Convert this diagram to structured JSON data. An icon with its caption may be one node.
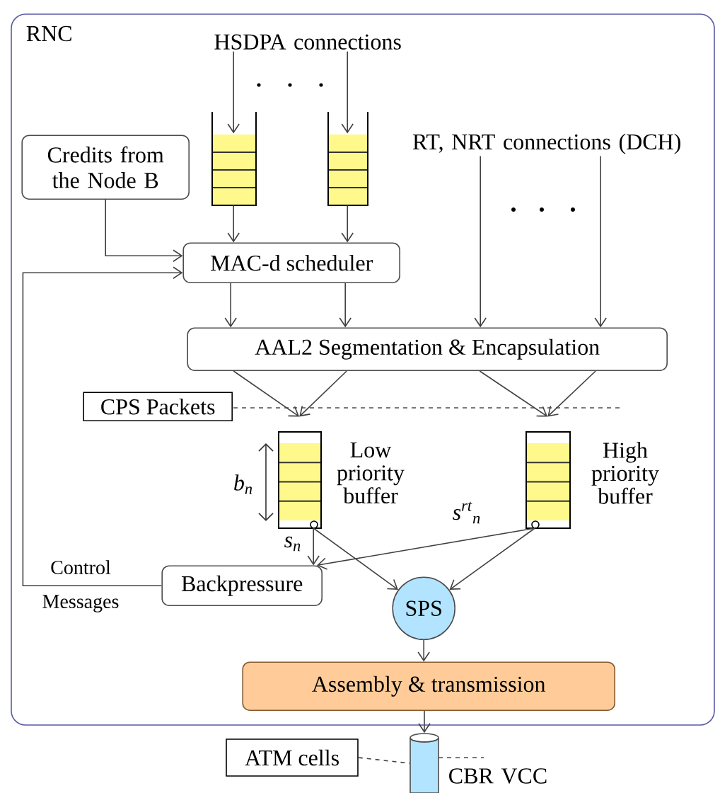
{
  "diagram": {
    "nodes": [
      {
        "text": [
          "RNC"
        ]
      },
      {
        "text": [
          "HSDPA connections"
        ],
        "in": 0
      },
      {
        "text": [],
        "shape": "box",
        "in": 0
      },
      {
        "text": [],
        "shape": "box",
        "in": 0
      },
      {
        "text": [
          "Credits from the Node B"
        ],
        "in": 0
      },
      {
        "text": [
          "MAC-d scheduler"
        ],
        "in": 0
      },
      {
        "text": [
          "RT, NRT connections (DCH)"
        ],
        "in": 0
      },
      {
        "text": [
          "AAL2 Segmentation & Encapsulation"
        ],
        "in": 0
      },
      {
        "text": [
          "CPS Packets"
        ],
        "in": 0
      },
      {
        "text": [],
        "shape": "box",
        "beside": [
          "Low priority buffer"
        ],
        "in": 0
      },
      {
        "text": [],
        "shape": "box",
        "beside": [
          "High priority buffer"
        ],
        "in": 0
      },
      {
        "text": [
          "Backpressure"
        ],
        "in": 0
      },
      {
        "text": [
          "SPS"
        ],
        "in": 0
      },
      {
        "text": [
          "Assembly & transmission"
        ],
        "in": 0
      },
      {
        "text": [
          "ATM cells"
        ]
      },
      {
        "text": [],
        "shape": "cylinder",
        "beside": [
          "CBR VCC"
        ]
      }
    ],
    "edges": [
      {
        "from": 1,
        "to": 2,
        "arrow": "to"
      },
      {
        "from": 1,
        "to": 3,
        "arrow": "to"
      },
      {
        "from": 2,
        "to": 5,
        "arrow": "to"
      },
      {
        "from": 3,
        "to": 5,
        "arrow": "to"
      },
      {
        "from": 4,
        "to": 5,
        "arrow": "to"
      },
      {
        "from": 11,
        "to": 5,
        "arrow": "to"
      },
      {
        "from": 5,
        "to": 7,
        "arrow": "to"
      },
      {
        "from": 5,
        "to": 7,
        "arrow": "to"
      },
      {
        "from": 6,
        "to": 7,
        "arrow": "to"
      },
      {
        "from": 6,
        "to": 7,
        "arrow": "to"
      },
      {
        "from": 7,
        "to": 9,
        "arrow": "to"
      },
      {
        "from": 7,
        "to": 9,
        "arrow": "to"
      },
      {
        "from": 7,
        "to": 10,
        "arrow": "to"
      },
      {
        "from": 7,
        "to": 10,
        "arrow": "to"
      },
      {
        "from": 9,
        "to": 11,
        "arrow": "to"
      },
      {
        "from": 10,
        "to": 11,
        "arrow": "to"
      },
      {
        "from": 9,
        "to": 12,
        "arrow": "to"
      },
      {
        "from": 10,
        "to": 12,
        "arrow": "to"
      },
      {
        "from": 12,
        "to": 13,
        "arrow": "to"
      },
      {
        "from": 13,
        "to": 15,
        "arrow": "to"
      },
      {
        "from": 14,
        "to": 15,
        "arrow": "none",
        "style": "dashed"
      }
    ],
    "labels": [
      "b$_{n}$",
      "s$^{rt}$$_{n}$",
      "s$_{n}$",
      "Control Messages"
    ]
  }
}
